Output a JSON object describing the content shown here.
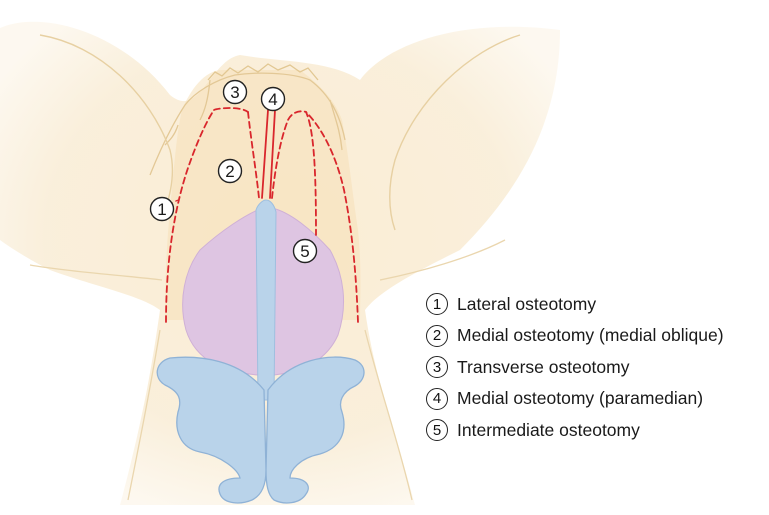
{
  "callouts": [
    {
      "number": "1"
    },
    {
      "number": "2"
    },
    {
      "number": "3"
    },
    {
      "number": "4"
    },
    {
      "number": "5"
    }
  ],
  "legend": [
    {
      "number": "1",
      "label": "Lateral osteotomy"
    },
    {
      "number": "2",
      "label": "Medial osteotomy (medial oblique)"
    },
    {
      "number": "3",
      "label": "Transverse osteotomy"
    },
    {
      "number": "4",
      "label": "Medial osteotomy (paramedian)"
    },
    {
      "number": "5",
      "label": "Intermediate osteotomy"
    }
  ],
  "colors": {
    "skin": "#f8e9cf",
    "bone_outline": "#e7cfa0",
    "upper_lateral_cartilage": "#dcc4e0",
    "septum_alar_cartilage": "#b7d1ea",
    "osteotomy_line": "#d9262c"
  }
}
